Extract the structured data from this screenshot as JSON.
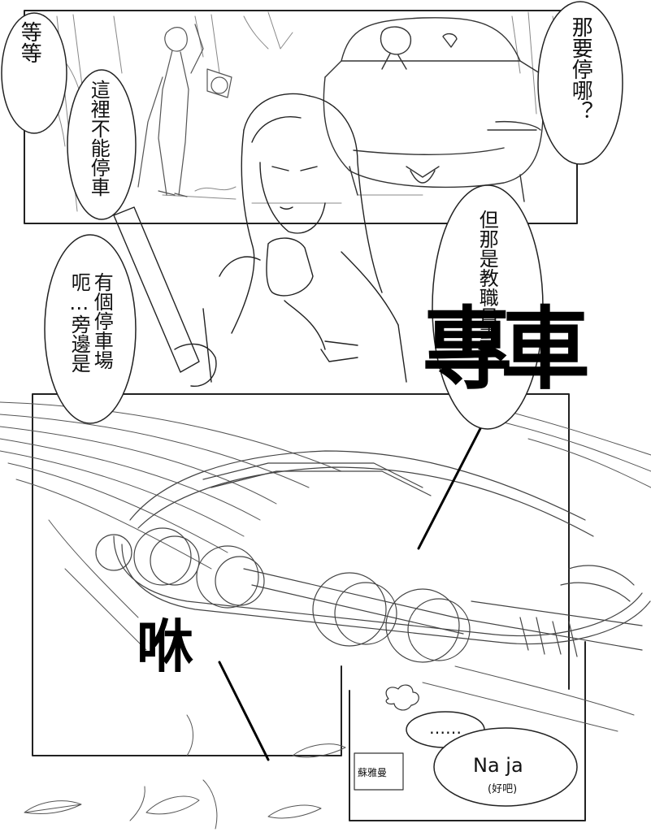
{
  "bubbles": {
    "wait": "等等",
    "no_parking": "這裡不能停車",
    "where_park": "那要停哪？",
    "parking_lot_line1": "有個停車場",
    "parking_lot_line2": "呃…旁邊是",
    "staff_only": "但那是教職員專",
    "ellipsis": "……",
    "na_ja": "Na ja",
    "na_ja_note": "(好吧)"
  },
  "sfx": {
    "vroom": "專車",
    "whoosh": "咻"
  },
  "signature": "蘇雅曼"
}
